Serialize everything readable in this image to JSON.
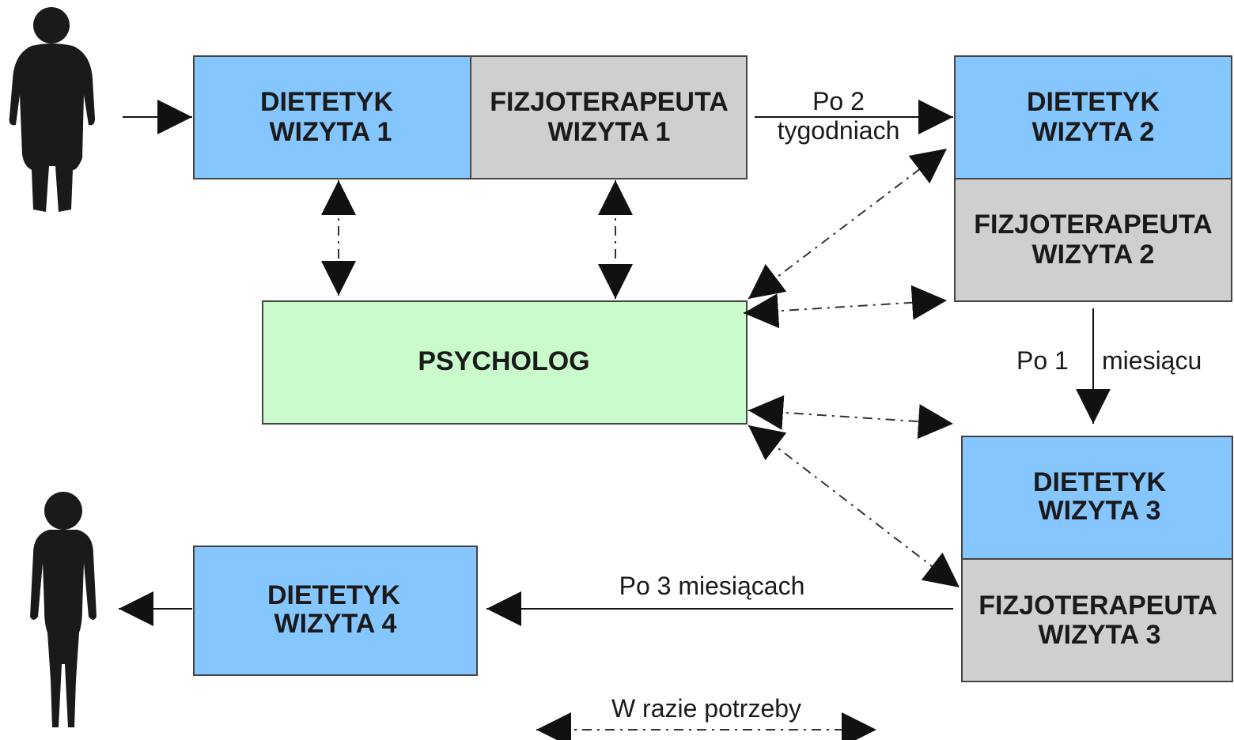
{
  "colors": {
    "dietitian": "#85c6ff",
    "physio": "#cfcfcf",
    "psychologist": "#c9fbcc",
    "border": "#444444",
    "silhouette": "#1a1a1a"
  },
  "boxes": {
    "dietetyk_1": {
      "line1": "DIETETYK",
      "line2": "WIZYTA 1"
    },
    "fizjo_1": {
      "line1": "FIZJOTERAPEUTA",
      "line2": "WIZYTA 1"
    },
    "dietetyk_2": {
      "line1": "DIETETYK",
      "line2": "WIZYTA 2"
    },
    "fizjo_2": {
      "line1": "FIZJOTERAPEUTA",
      "line2": "WIZYTA 2"
    },
    "psycholog": {
      "line1": "PSYCHOLOG"
    },
    "dietetyk_3": {
      "line1": "DIETETYK",
      "line2": "WIZYTA 3"
    },
    "fizjo_3": {
      "line1": "FIZJOTERAPEUTA",
      "line2": "WIZYTA 3"
    },
    "dietetyk_4": {
      "line1": "DIETETYK",
      "line2": "WIZYTA 4"
    }
  },
  "labels": {
    "po2_line1": "Po 2",
    "po2_line2": "tygodniach",
    "po1_part1": "Po 1",
    "po1_part2": "miesiącu",
    "po3": "Po 3 miesiącach",
    "legend": "W razie potrzeby"
  },
  "icons": {
    "start": "person-silhouette-overweight-icon",
    "end": "person-silhouette-slim-icon"
  }
}
